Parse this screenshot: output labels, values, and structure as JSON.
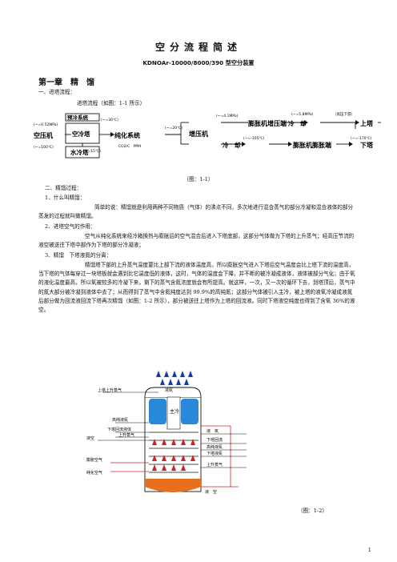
{
  "title": "空分流程简述",
  "subtitle": "KDNOAr-10000/8000/390 型空分装置",
  "chapter": "第一章　精　馏",
  "s1": "一、进塔流程：",
  "s1_sub": "进塔流程（如图：1-1 所示）",
  "fig1": {
    "caption": "（图：1-1）",
    "boxes": {
      "compressor": "空压机",
      "precool": "预冷系统",
      "aircool": "空冷塔",
      "watercool": "水冷塔",
      "purify": "纯化系统",
      "booster": "增压机",
      "exp_boost": "膨胀机增压端",
      "cooler1": "冷　却",
      "cooler2": "冷　却",
      "exp_brake": "膨胀机膨胀端",
      "upper": "上塔",
      "lower": "下塔"
    },
    "labels": {
      "p1": "(~=0.52MPa)",
      "t1": "(~=100℃)",
      "t2": "(~=30℃)",
      "t3": "(~=15℃)",
      "t4": "(~=20℃)",
      "co2": "CO2/C　PPM",
      "p2": "(~=4.1MPa)",
      "p3": "(~=5.8MPa)",
      "hp": "（高压下游）",
      "t5": "(~=-105℃)",
      "t6": "(~=-170℃)"
    }
  },
  "s2": "二、精馏过程：",
  "q1": "1、什么叫精馏：",
  "q1_a": "简单的说：精馏就是利用两种不同物质（气体）的沸点不同，多次地进行混合蒸气的部分冷凝和混合液体的部分蒸发的过程就叫做精馏。",
  "q2": "2、进塔空气的作用：",
  "q2_a": "空气从纯化系统来经冷箱换热与膨胀后的空气混合后进入下塔底部，这部分气体做为下塔的上升蒸气；经高压节流的液空被送往下塔中部作为下塔的部分冷凝液；",
  "q3": "3、精馏　下塔液氮的分离：",
  "q3_a": "精馏塔下部的上升蒸气温度要比上部下流的液体温度高，所以膨胀空气进入下塔后空气温度会比上塔下流的温度高，当下塔的气体每穿过一块塔板就会遇到比它温度低的液体，这时，气体的温度会下降，并不断的被冷凝成液体，液体被部分气化；由于氧的液化温度最高，所以氧被较多的冷凝下来，剩下的蒸气含氮浓度就会有所提高。就这样，一次，又一次的循环下去，到塔顶后，蒸气中的氮大部分被冷凝到液体中去了；从而得到了蒸气中含氮纯度达到 99.9%的高纯氮；这部分气体被引入主冷，被上塔的液氧冷凝成液氮后部分做为回流液回流下塔再次精馏（如图：1-2 所示），部分被送往上塔作为上塔的回流液。同时下塔液空纯度也得到了含氧 36%的液空。",
  "fig2": {
    "caption": "（图：1-2）",
    "labels": {
      "upper_vapor": "上塔上升蒸气",
      "main_cooler": "主冷",
      "ln2": "液氮",
      "pure_ln2": "高纯液氮",
      "l_reflux": "下塔回流液体",
      "up_vapor": "上升蒸气",
      "lair": "液空",
      "exp_air": "膨胀空气",
      "pure_air": "纯化空气",
      "r_ln": "液　氧",
      "r_reflux": "下塔回流",
      "r_pureln": "高纯液氮",
      "r_lower": "下塔液氮",
      "r_upv": "上升蒸气",
      "r_lair": "液　空"
    }
  },
  "page_number": "1"
}
